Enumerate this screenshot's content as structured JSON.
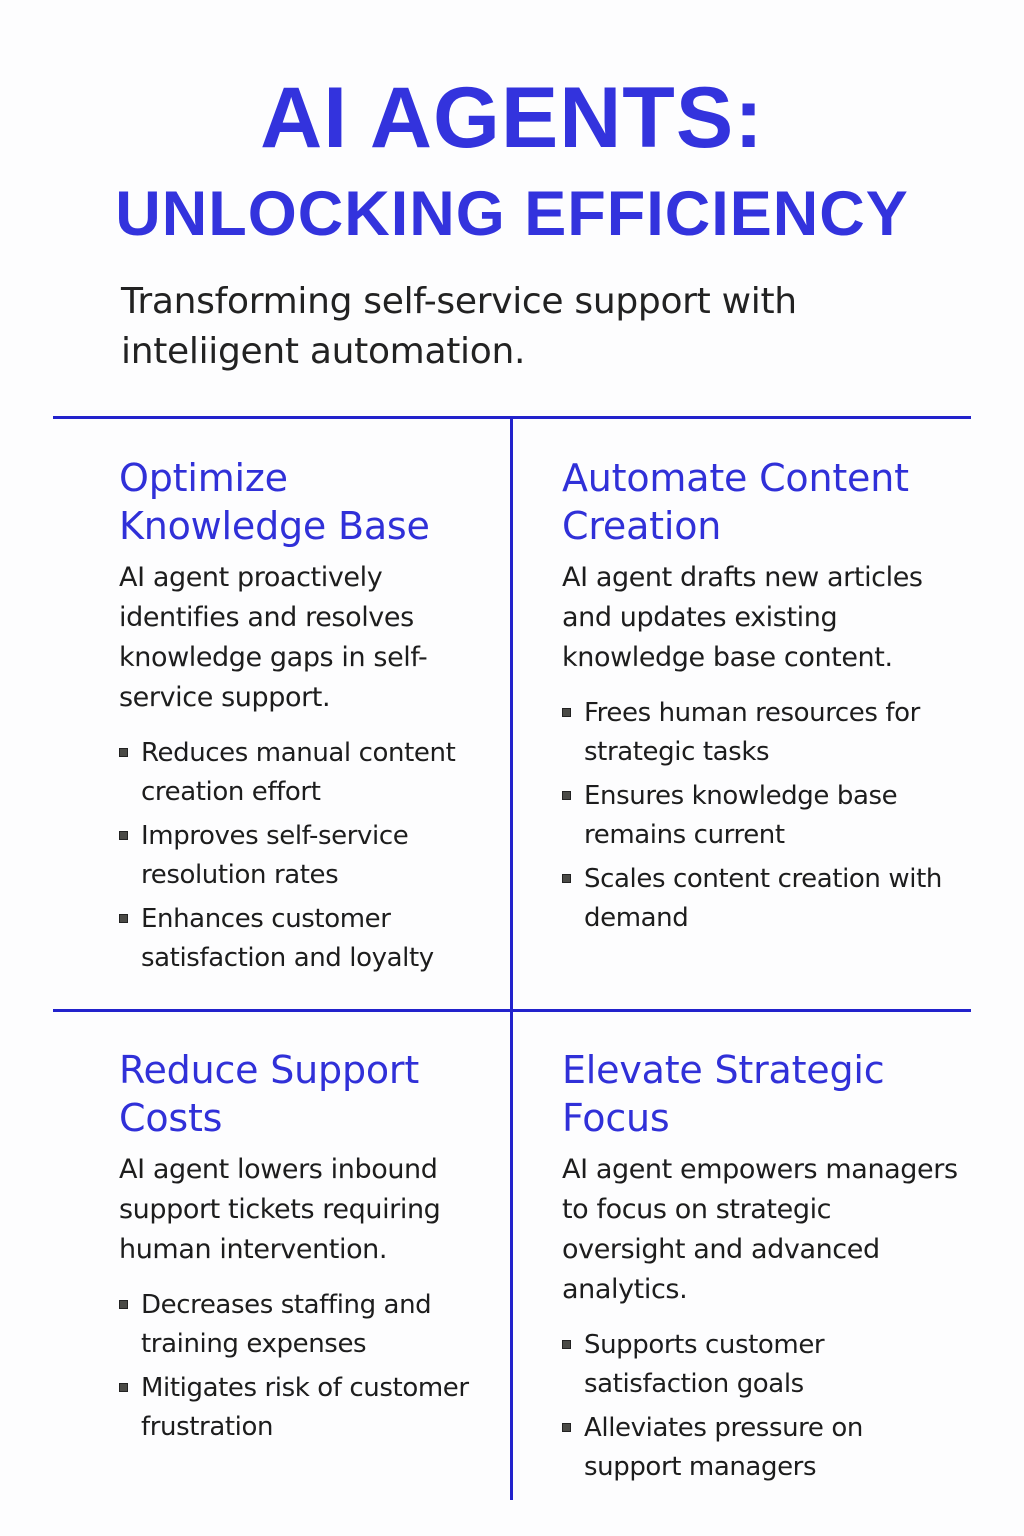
{
  "header": {
    "title_line1": "AI AGENTS:",
    "title_line2": "UNLOCKING EFFICIENCY",
    "subtitle": "Transforming self-service support with inteliigent automation."
  },
  "colors": {
    "accent": "#3333dd",
    "rule": "#2222cc",
    "text": "#1d1d1d",
    "background": "#fdfdfe"
  },
  "quadrants": [
    {
      "title": "Optimize Knowledge Base",
      "description": "AI agent proactively identifies and resolves knowledge gaps in self-service support.",
      "bullets": [
        "Reduces manual content creation effort",
        "Improves self-service resolution rates",
        "Enhances customer satisfaction and loyalty"
      ]
    },
    {
      "title": "Automate Content Creation",
      "description": "AI agent drafts new articles and updates existing knowledge base content.",
      "bullets": [
        "Frees human resources for strategic tasks",
        "Ensures knowledge base remains current",
        "Scales content creation with demand"
      ]
    },
    {
      "title": "Reduce Support Costs",
      "description": "AI agent lowers inbound support tickets requiring human intervention.",
      "bullets": [
        "Decreases staffing and training expenses",
        "Mitigates risk of customer frustration"
      ]
    },
    {
      "title": "Elevate Strategic Focus",
      "description": "AI agent empowers managers to focus on strategic oversight and advanced analytics.",
      "bullets": [
        "Supports customer satisfaction goals",
        "Alleviates pressure on support managers"
      ]
    }
  ],
  "icons": {
    "bullet": "square-bullet-icon"
  }
}
